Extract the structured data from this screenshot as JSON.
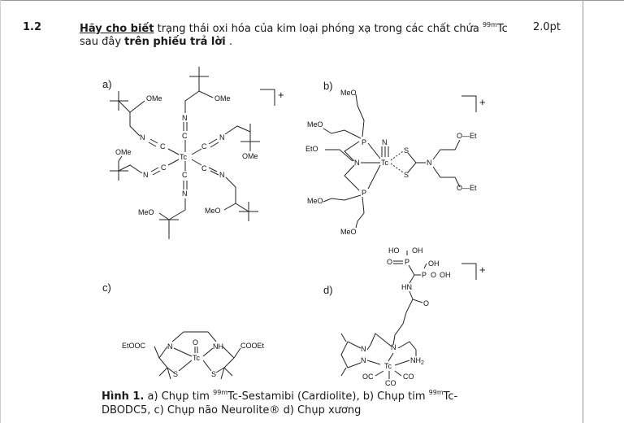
{
  "question": {
    "number": "1.2",
    "bold_lead": "Hãy cho biết",
    "text_a": " trạng thái oxi hóa của kim loại phóng xạ trong các chất chứa ",
    "isotope_sup": "99m",
    "element": "Tc",
    "text_b": "sau đây ",
    "bold_tail": "trên phiếu trả lời",
    "text_c": " .",
    "points": "2.0pt"
  },
  "panels": {
    "a": {
      "label": "a)",
      "charge": "+",
      "metal": "Tc",
      "atoms": {
        "c": "C",
        "n": "N",
        "ome": "OMe",
        "meo": "MeO"
      }
    },
    "b": {
      "label": "b)",
      "charge": "+",
      "metal": "Tc",
      "atoms": {
        "p": "P",
        "n": "N",
        "s": "S",
        "oet": "O—Et",
        "meo": "MeO",
        "eto": "EtO"
      }
    },
    "c": {
      "label": "c)",
      "metal": "Tc",
      "atoms": {
        "eto": "EtOOC",
        "cooet": "COOEt",
        "n": "N",
        "nh": "NH",
        "s": "S",
        "o": "O"
      }
    },
    "d": {
      "label": "d)",
      "charge": "+",
      "metal": "Tc",
      "atoms": {
        "ho": "HO",
        "oh": "OH",
        "o": "O",
        "p": "P",
        "hn": "HN",
        "n": "N",
        "nh2": "NH",
        "two": "2",
        "oc": "OC",
        "co": "CO"
      }
    }
  },
  "caption": {
    "bold": "Hình 1.",
    "part1": " a) Chụp tim ",
    "sup1": "99m",
    "part2": "Tc-Sestamibi (Cardiolite), b) Chụp tim ",
    "sup2": "99m",
    "part3": "Tc-",
    "line2": "DBODC5, c) Chụp não Neurolite® d) Chụp xương"
  }
}
